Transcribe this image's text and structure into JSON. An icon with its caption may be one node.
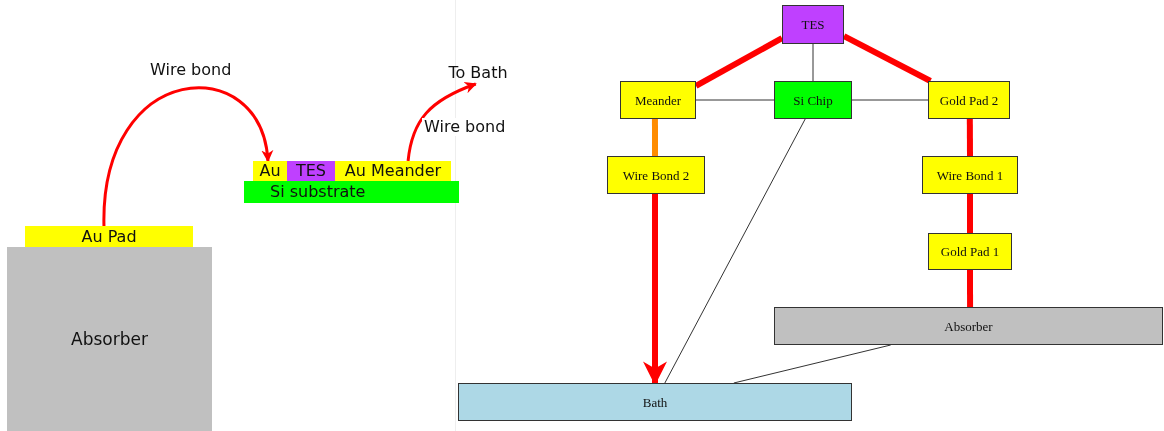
{
  "diagram": {
    "nodes": [
      {
        "text": [
          "Absorber"
        ]
      },
      {
        "text": [
          "Au Pad"
        ]
      },
      {
        "text": [
          "Au"
        ]
      },
      {
        "text": [
          "TES"
        ]
      },
      {
        "text": [
          "Au Meander"
        ]
      },
      {
        "text": [
          "Si substrate"
        ]
      },
      {
        "text": [
          "To Bath"
        ]
      },
      {
        "text": [
          "TES"
        ]
      },
      {
        "text": [
          "Meander"
        ]
      },
      {
        "text": [
          "Si Chip"
        ]
      },
      {
        "text": [
          "Gold Pad 2"
        ]
      },
      {
        "text": [
          "Wire Bond 2"
        ]
      },
      {
        "text": [
          "Wire Bond 1"
        ]
      },
      {
        "text": [
          "Gold Pad 1"
        ]
      },
      {
        "text": [
          "Absorber"
        ]
      },
      {
        "text": [
          "Bath"
        ]
      }
    ],
    "edges": [
      {
        "from": 1,
        "to": 2,
        "arrow": "to",
        "label": "Wire bond"
      },
      {
        "from": 4,
        "to": 6,
        "arrow": "to",
        "label": "Wire bond"
      },
      {
        "from": 7,
        "to": 8,
        "arrow": "none",
        "style": "thick"
      },
      {
        "from": 7,
        "to": 9,
        "arrow": "none",
        "color": "#333333"
      },
      {
        "from": 7,
        "to": 10,
        "arrow": "none",
        "style": "thick"
      },
      {
        "from": 8,
        "to": 9,
        "arrow": "none",
        "color": "#333333"
      },
      {
        "from": 9,
        "to": 10,
        "arrow": "none",
        "color": "#333333"
      },
      {
        "from": 8,
        "to": 11,
        "arrow": "none",
        "style": "thick",
        "color": "#ff8c00"
      },
      {
        "from": 11,
        "to": 15,
        "arrow": "to",
        "style": "thick"
      },
      {
        "from": 9,
        "to": 15,
        "arrow": "none",
        "color": "#333333"
      },
      {
        "from": 10,
        "to": 12,
        "arrow": "none",
        "style": "thick"
      },
      {
        "from": 12,
        "to": 13,
        "arrow": "none",
        "style": "thick"
      },
      {
        "from": 13,
        "to": 14,
        "arrow": "none",
        "style": "thick"
      },
      {
        "from": 14,
        "to": 15,
        "arrow": "none",
        "color": "#333333"
      }
    ]
  }
}
